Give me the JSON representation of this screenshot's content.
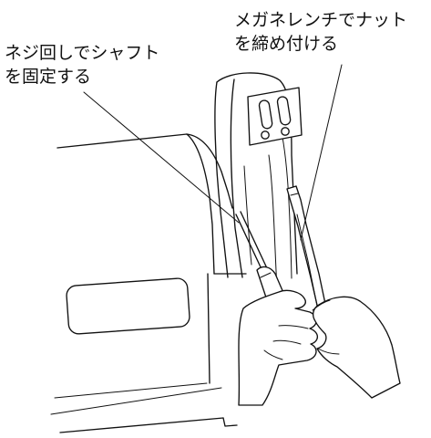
{
  "callouts": {
    "screwdriver": {
      "line1": "ネジ回しでシャフト",
      "line2": "を固定する"
    },
    "wrench": {
      "line1": "メガネレンチでナット",
      "line2": "を締め付ける"
    }
  },
  "colors": {
    "line": "#111111",
    "background": "#ffffff"
  }
}
